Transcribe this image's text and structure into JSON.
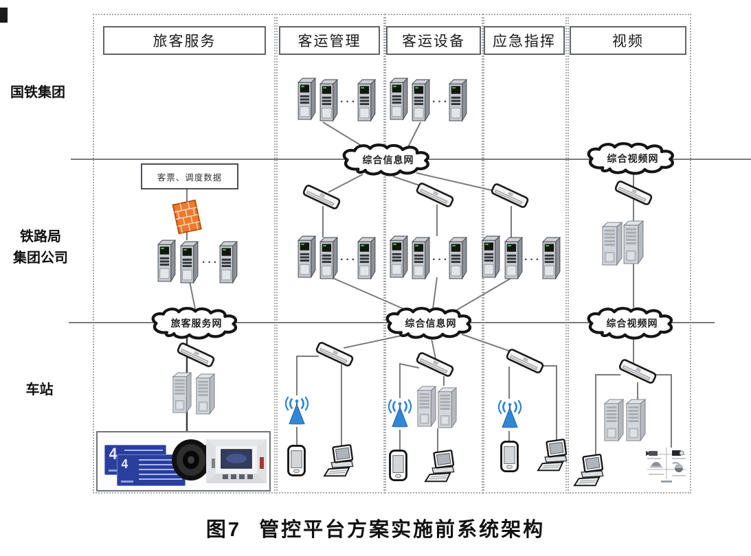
{
  "figure": {
    "caption_number": "图7",
    "caption_title": "管控平台方案实施前系统架构"
  },
  "columns": [
    {
      "label": "旅客服务"
    },
    {
      "label": "客运管理"
    },
    {
      "label": "客运设备"
    },
    {
      "label": "应急指挥"
    },
    {
      "label": "视频"
    }
  ],
  "rows": {
    "national": "国铁集团",
    "bureau_line1": "铁路局",
    "bureau_line2": "集团公司",
    "station": "车站"
  },
  "clouds": {
    "info_top": "综合信息网",
    "video_top": "综合视频网",
    "passenger_mid": "旅客服务网",
    "info_mid": "综合信息网",
    "video_mid": "综合视频网"
  },
  "boxes": {
    "ticket_dispatch": "客票、调度数据",
    "led_number": "4"
  },
  "ellipsis": "···",
  "icons": [
    "server-icon",
    "server-gray-icon",
    "network-switch-icon",
    "wireless-ap-icon",
    "handheld-terminal-icon",
    "workstation-icon",
    "firewall-icon",
    "speaker-icon",
    "led-display-board",
    "station-hall-image",
    "cctv-cameras-icon",
    "network-cloud"
  ],
  "colors": {
    "firewall_orange": "#ef7a2e",
    "ap_blue": "#2f87d8",
    "led_blue": "#2a3e9c",
    "line_gray": "#7a7a7a",
    "cloud_stroke": "#141414"
  }
}
